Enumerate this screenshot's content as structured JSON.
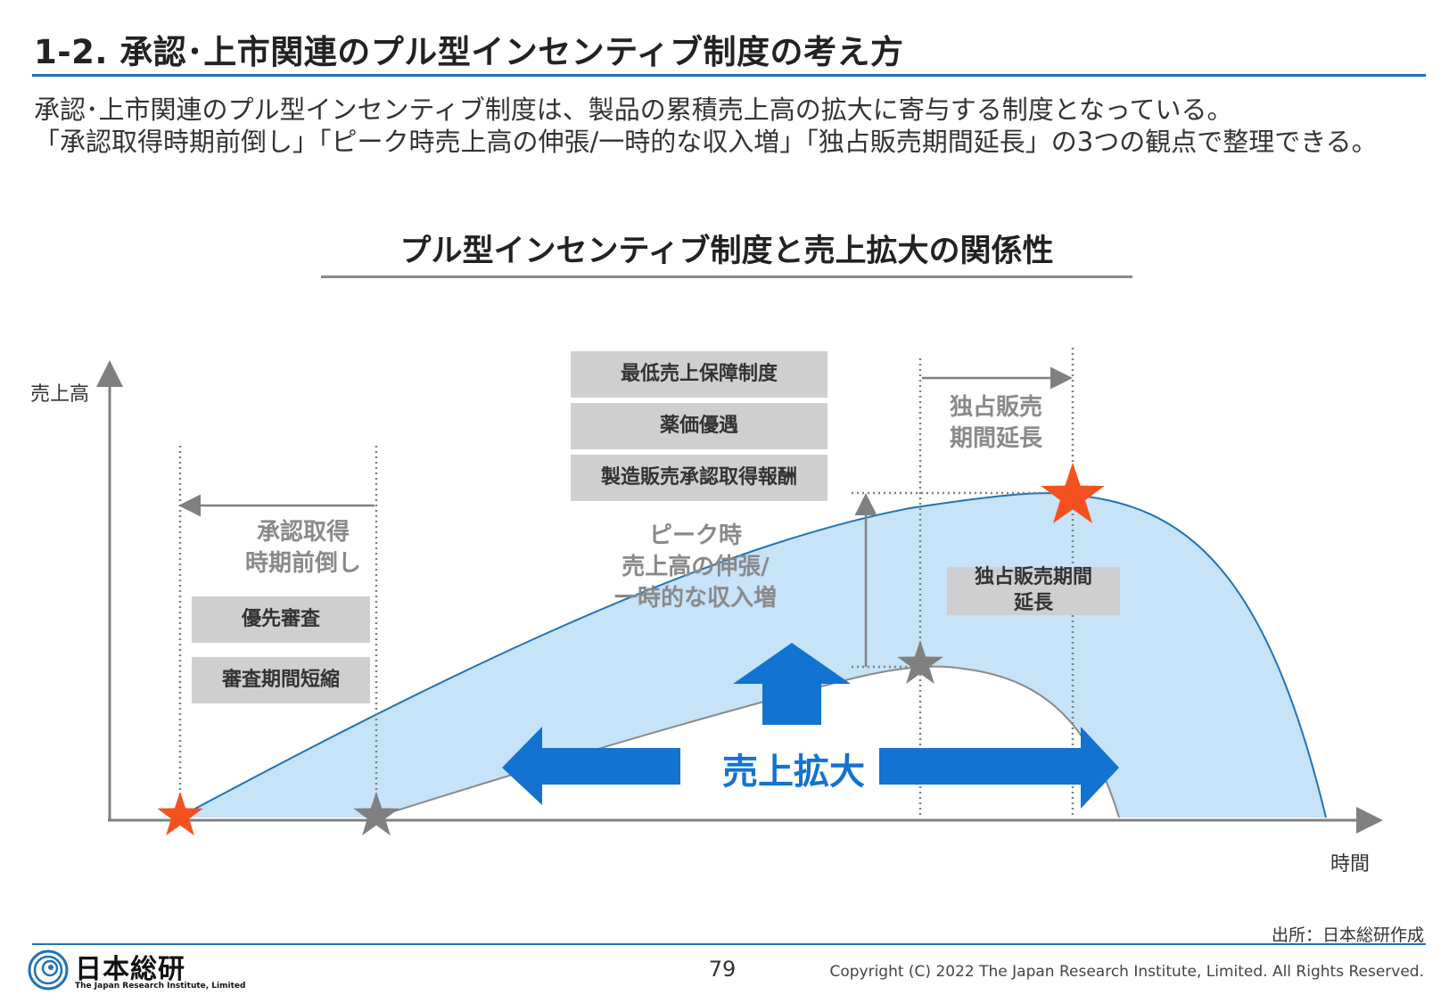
{
  "header": {
    "title": "1-2. 承認･上市関連のプル型インセンティブ制度の考え方",
    "lead_1": "承認･上市関連のプル型インセンティブ制度は、製品の累積売上高の拡大に寄与する制度となっている。",
    "lead_2": "「承認取得時期前倒し」「ピーク時売上高の伸張/一時的な収入増」「独占販売期間延長」の3つの観点で整理できる。"
  },
  "diagram": {
    "title": "プル型インセンティブ制度と売上拡大の関係性",
    "y_axis_label": "売上高",
    "x_axis_label": "時間",
    "approval_text": [
      "承認取得",
      "時期前倒し"
    ],
    "approval_boxes": [
      "優先審査",
      "審査期間短縮"
    ],
    "peak_boxes": [
      "最低売上保障制度",
      "薬価優遇",
      "製造販売承認取得報酬"
    ],
    "peak_text": [
      "ピーク時",
      "売上高の伸張/",
      "一時的な収入増"
    ],
    "exclusivity_text": [
      "独占販売",
      "期間延長"
    ],
    "exclusivity_box": [
      "独占販売期間",
      "延長"
    ],
    "sales_expansion_label": "売上拡大",
    "colors": {
      "blue_area": "#c6e3f8",
      "blue_line": "#1f73b7",
      "arrow_blue": "#1273d0",
      "star_orange": "#f4511e",
      "star_gray": "#808080",
      "gray_box": "#cfcfcf"
    }
  },
  "footer": {
    "source": "出所：日本総研作成",
    "page_number": "79",
    "copyright": "Copyright (C) 2022 The Japan Research Institute, Limited. All Rights Reserved.",
    "logo_name": "日本総研",
    "logo_sub": "The Japan Research Institute, Limited"
  }
}
